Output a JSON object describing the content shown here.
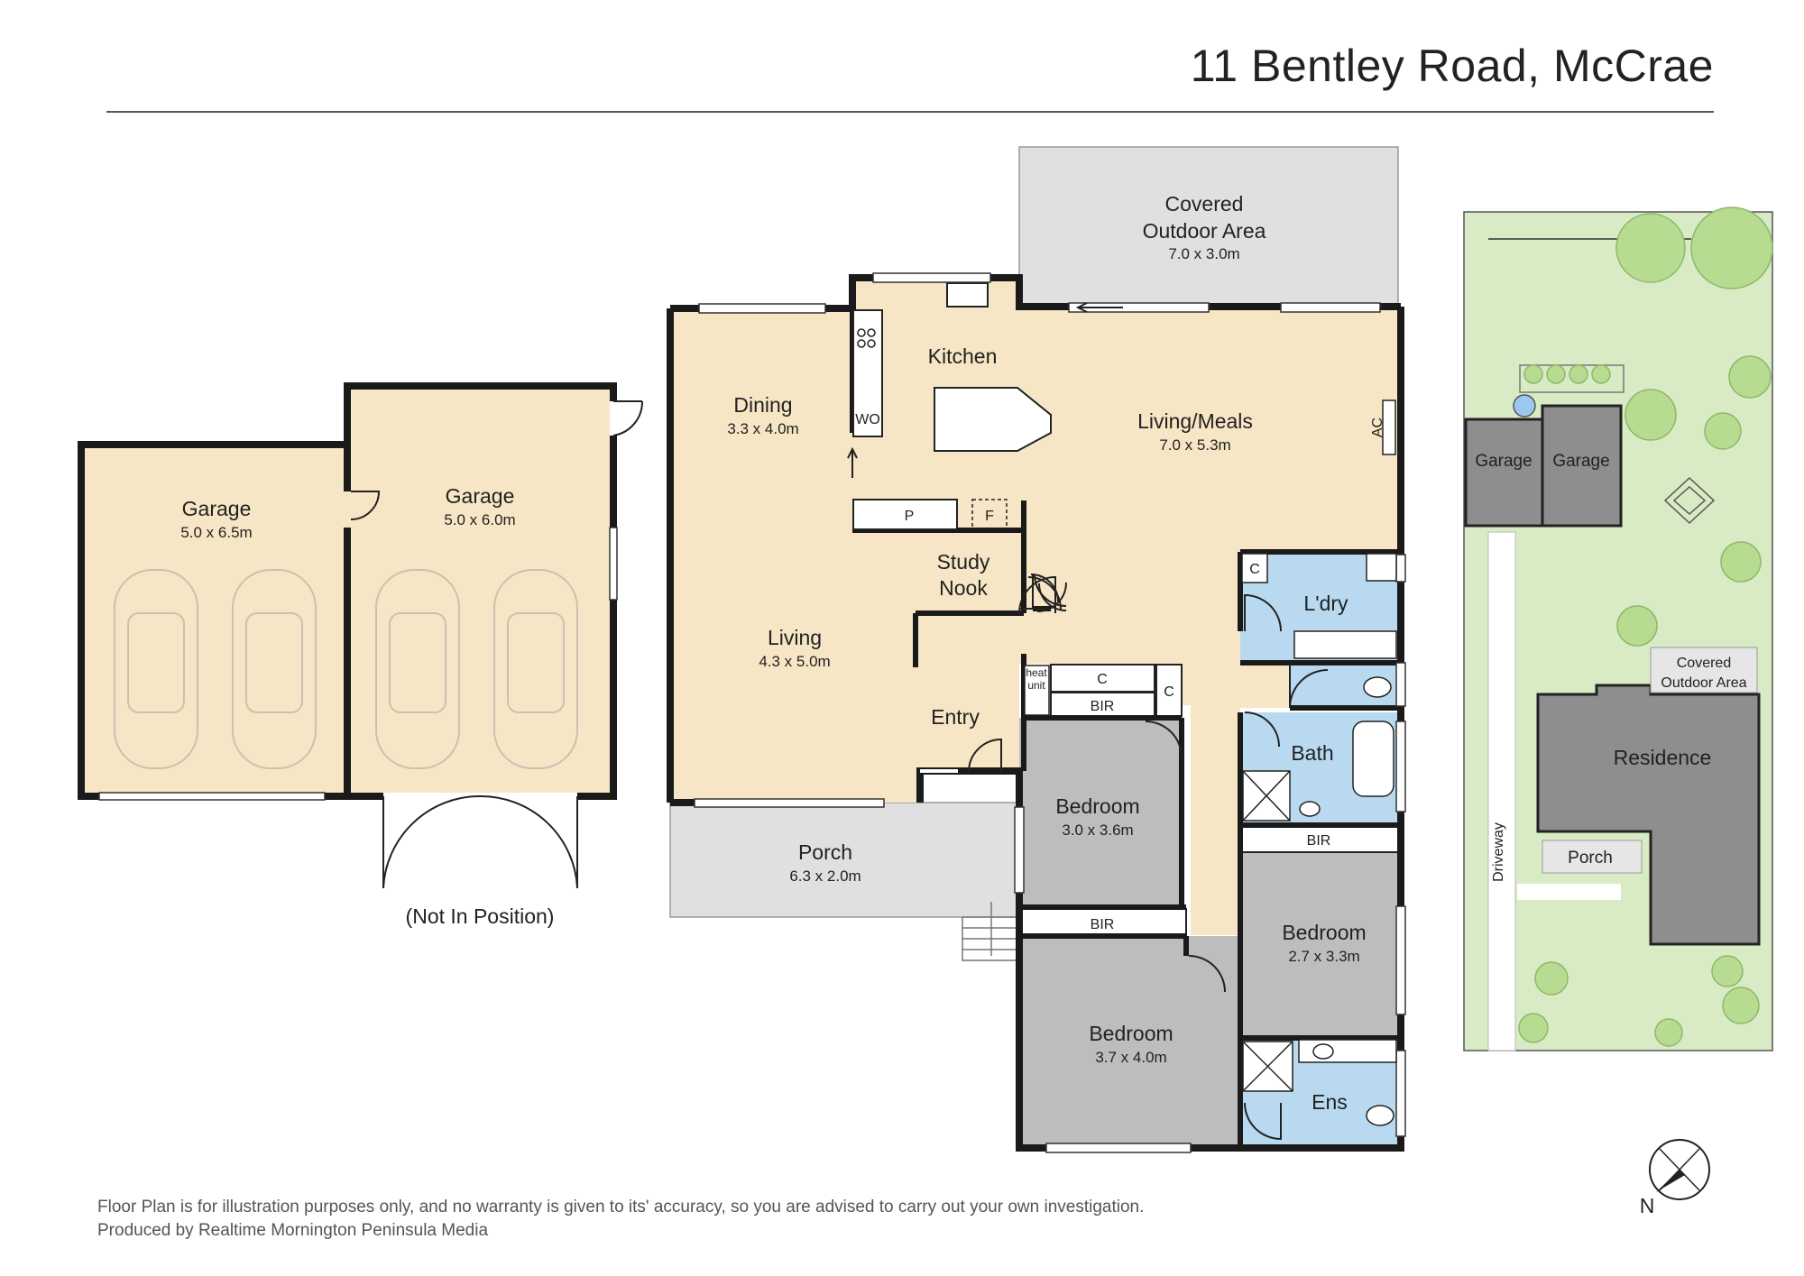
{
  "title": "11 Bentley Road, McCrae",
  "rooms": {
    "garage_left": {
      "name": "Garage",
      "dim": "5.0 x 6.5m"
    },
    "garage_right": {
      "name": "Garage",
      "dim": "5.0 x 6.0m"
    },
    "not_in_position": "(Not In Position)",
    "covered_outdoor": {
      "name1": "Covered",
      "name2": "Outdoor Area",
      "dim": "7.0 x 3.0m"
    },
    "dining": {
      "name": "Dining",
      "dim": "3.3 x 4.0m"
    },
    "kitchen": {
      "name": "Kitchen"
    },
    "living_meals": {
      "name": "Living/Meals",
      "dim": "7.0 x 5.3m"
    },
    "study_nook": {
      "name1": "Study",
      "name2": "Nook"
    },
    "living": {
      "name": "Living",
      "dim": "4.3 x 5.0m"
    },
    "entry": {
      "name": "Entry"
    },
    "laundry": {
      "name": "L'dry"
    },
    "bath": {
      "name": "Bath"
    },
    "porch": {
      "name": "Porch",
      "dim": "6.3 x 2.0m"
    },
    "bedroom1": {
      "name": "Bedroom",
      "dim": "3.0 x 3.6m"
    },
    "bedroom2": {
      "name": "Bedroom",
      "dim": "2.7 x 3.3m"
    },
    "bedroom3": {
      "name": "Bedroom",
      "dim": "3.7 x 4.0m"
    },
    "ensuite": {
      "name": "Ens"
    }
  },
  "labels": {
    "wo": "WO",
    "pantry": "P",
    "fridge": "F",
    "ac": "AC",
    "cupboard": "C",
    "bir": "BIR",
    "heat_unit1": "heat",
    "heat_unit2": "unit"
  },
  "site": {
    "garage1": "Garage",
    "garage2": "Garage",
    "covered1": "Covered",
    "covered2": "Outdoor Area",
    "residence": "Residence",
    "porch": "Porch",
    "driveway": "Driveway"
  },
  "compass": {
    "north": "N"
  },
  "disclaimer": {
    "line1": "Floor Plan is for illustration purposes only, and no warranty is given to its' accuracy, so you are advised to carry out your own investigation.",
    "line2": "Produced by Realtime Mornington Peninsula Media"
  },
  "colors": {
    "living": "#f7e6c5",
    "bedroom": "#bdbdbd",
    "wet": "#b8d9ef",
    "outdoor": "#e0e0e0",
    "site_lawn": "#d9ebc5",
    "tree": "#b6db91"
  }
}
